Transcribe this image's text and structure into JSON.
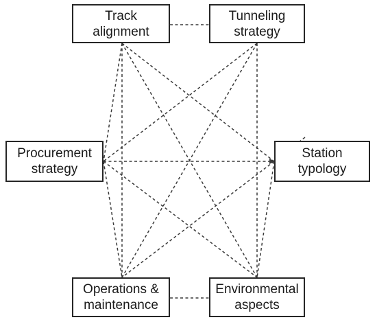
{
  "nodes": {
    "track": {
      "label": "Track\nalignment"
    },
    "tunnel": {
      "label": "Tunneling\nstrategy"
    },
    "procure": {
      "label": "Procurement\nstrategy"
    },
    "station": {
      "label": "Station\ntypology"
    },
    "ops": {
      "label": "Operations &\nmaintenance"
    },
    "env": {
      "label": "Environmental\naspects"
    }
  },
  "edges": [
    [
      "track",
      "tunnel"
    ],
    [
      "track",
      "procure"
    ],
    [
      "track",
      "station"
    ],
    [
      "track",
      "ops"
    ],
    [
      "track",
      "env"
    ],
    [
      "tunnel",
      "procure"
    ],
    [
      "tunnel",
      "station"
    ],
    [
      "tunnel",
      "ops"
    ],
    [
      "tunnel",
      "env"
    ],
    [
      "procure",
      "station"
    ],
    [
      "procure",
      "ops"
    ],
    [
      "procure",
      "env"
    ],
    [
      "station",
      "ops"
    ],
    [
      "station",
      "env"
    ],
    [
      "ops",
      "env"
    ]
  ],
  "colors": {
    "line": "#3a3a3a",
    "border": "#262626"
  }
}
